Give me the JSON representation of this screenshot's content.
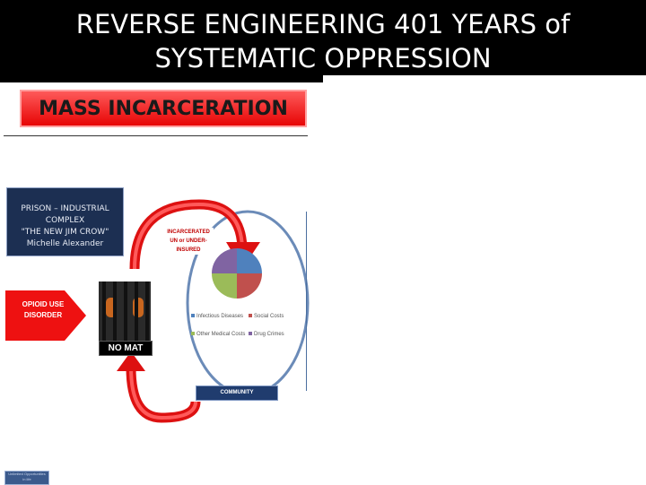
{
  "header": {
    "title_line1": "REVERSE ENGINEERING 401 YEARS of",
    "title_line2": "SYSTEMATIC OPPRESSION"
  },
  "section": {
    "label": "MASS INCARCERATION"
  },
  "prison_box": {
    "line1": "PRISON – INDUSTRIAL COMPLEX",
    "line2": "\"THE NEW JIM CROW\"",
    "line3": "Michelle Alexander"
  },
  "opioid": {
    "line1": "OPIOID USE",
    "line2": "DISORDER"
  },
  "jail": {
    "label": "NO MAT"
  },
  "cycle_label": {
    "line1": "INCARCERATED",
    "line2": "UN or UNDER-INSURED"
  },
  "pie": {
    "colors": [
      "#4f81bd",
      "#c0504d",
      "#9bbb59",
      "#8064a2"
    ]
  },
  "legend": [
    {
      "label": "Infectious Diseases",
      "color": "#4f81bd"
    },
    {
      "label": "Social Costs",
      "color": "#c0504d"
    },
    {
      "label": "Other Medical Costs",
      "color": "#9bbb59"
    },
    {
      "label": "Drug Crimes",
      "color": "#8064a2"
    }
  ],
  "community": {
    "label": "COMMUNITY"
  },
  "footer": {
    "line1": "Unlimited Opportunities",
    "line2": "in life"
  },
  "colors": {
    "header_bg": "#000000",
    "accent_red": "#e60000",
    "navy": "#1c2f52"
  }
}
